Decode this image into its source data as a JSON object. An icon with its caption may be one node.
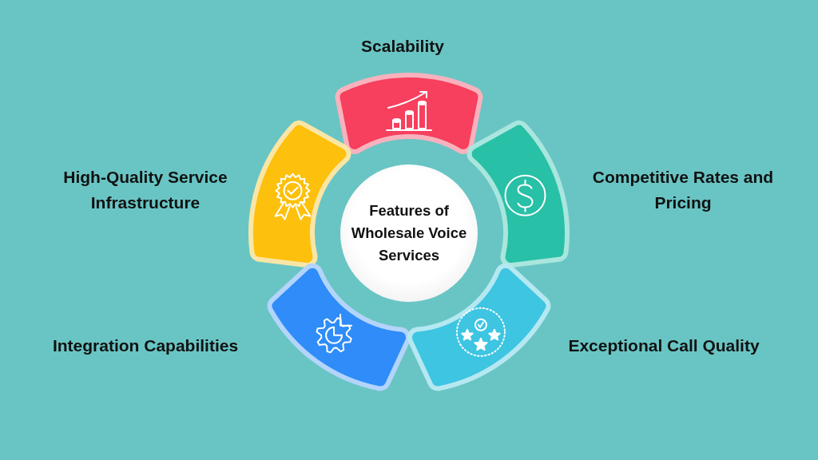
{
  "diagram": {
    "nodes": [
      {
        "text": [
          "Scalability"
        ]
      },
      {
        "text": [
          "High-Quality Service Infrastructure"
        ]
      },
      {
        "text": [
          "Competitive Rates and Pricing"
        ]
      },
      {
        "text": [
          "Features of Wholesale Voice Services"
        ]
      },
      {
        "text": [
          "Integration Capabilities"
        ]
      },
      {
        "text": [
          "Exceptional Call Quality"
        ]
      }
    ]
  }
}
